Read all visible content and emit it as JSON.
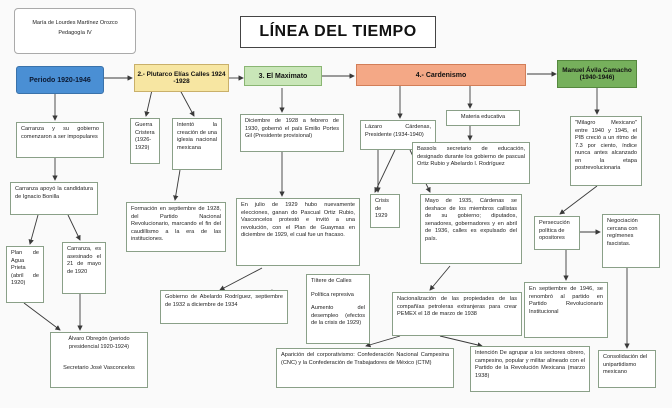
{
  "author": {
    "name": "María de Lourdes Martínez Orozco",
    "course": "Pedagogía IV"
  },
  "title": "LÍNEA DEL TIEMPO",
  "headers": {
    "periodo": "Periodo 1920-1946",
    "calles": "2.- Plutarco Elías Calles 1924 -1928",
    "maximato": "3. El Maximato",
    "cardenismo": "4.- Cardenismo",
    "avila": "Manuel Ávila Camacho (1940-1946)"
  },
  "boxes": {
    "carranza_gobierno": "Carranza y su gobierno comenzaron a ser impopulares",
    "carranza_apoyo": "Carranza apoyó la candidatura de Ignacio Bonilla",
    "plan_agua": "Plan de Agua Prieta (abril de 1920)",
    "carranza_asesinado": "Carranza, es asesinado el 21 de mayo de 1920",
    "obregon": "Álvaro Obregón (periodo presidencial 1920-1924)",
    "secretario": "Secretario José Vasconcelos",
    "guerra_cristera": "Guerra Cristera (1926-1929)",
    "iglesia": "Intentó la creación de una iglesia nacional mexicana",
    "pnr": "Formación en septiembre de 1928, del Partido Nacional Revolucionario, marcando el fin del caudillismo a la era de las instituciones.",
    "portes_gil": "Diciembre de 1928 a febrero de 1930, gobernó el país Emilio Portes Gil (Presidente provisional)",
    "ortiz_rubio": "En julio de 1929 hubo nuevamente elecciones, ganan do Pascual Ortiz Rubio, Vasconcelos protestó e invitó a una revolución, con el Plan de Guaymas en diciembre de 1929, el cual fue un fracaso.",
    "abelardo": "Gobierno de Abelardo Rodríguez, septiembre de 1932 a diciembre de 1934",
    "calles_list": [
      "Tiítere de Calles",
      "Política represiva",
      "Aumento del desempleo (efectos de la crisis de 1929)"
    ],
    "lazaro": "Lázaro Cárdenas, Presidente (1934-1940)",
    "materia": "Materia educativa",
    "bassols": "Bassols secretario de educación, designado durante los gobierno de pascual Ortiz Rubio y Abelardo l. Rodríguez",
    "crisis": "Crisis de 1929",
    "mayo_1935": "Mayo de 1935, Cárdenas se deshace de los miembros callistas de su gobierno; diputados, senadores, gobernadores y en abril de 1936, calles es expulsado del país.",
    "nacionalizacion": "Nacionalización de las propiedades de las compañías petroleras extranjeras para crear PEMEX el 18 de marzo de 1938",
    "cnc": "Aparición del corporativismo: Confederación Nacional Campesina (CNC) y la Confederación de Trabajadores de México (CTM)",
    "prm": "Intención De agrupar a los sectores obrero, campesino, popular y militar alineado con el Partido de la Revolución Mexicana (marzo 1938)",
    "milagro": "\"Milagro Mexicano\" entre 1940 y 1945, el PIB creció a un ritmo de 7.3 por ciento, índice nunca antes alcanzado en la etapa postrevolucionaria",
    "persecucion": "Persecución política de opositores",
    "negociacion": "Negociación cercana con regímenes fascistas.",
    "pri": "En septiembre de 1946, se renombró al partido en Partido Revolucionario Institucional",
    "consolidacion": "Consolidación del unipartidismo mexicano"
  },
  "colors": {
    "periodo": "#4a8fd4",
    "calles": "#f7e6a2",
    "maximato": "#c9e6b8",
    "cardenismo": "#f4a886",
    "avila": "#76b05c",
    "line": "#3a3a3a"
  }
}
